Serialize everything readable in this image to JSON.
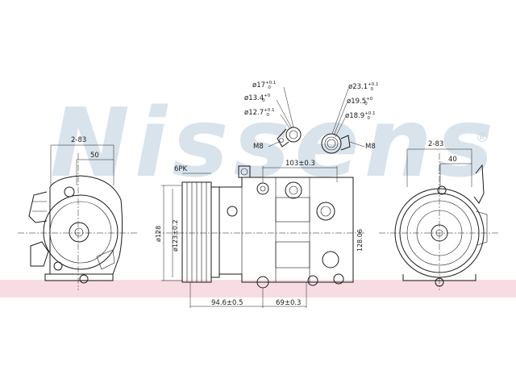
{
  "watermark": {
    "text": "Nissens",
    "registered": "®"
  },
  "band_color": "#f7dde3",
  "watermark_color": "#d9e3ec",
  "line_color": "#1a1a1a",
  "labels": {
    "left_width": "2-83",
    "left_50": "50",
    "right_width": "2-83",
    "right_40": "40",
    "belt": "6PK",
    "dia_outer": "ø128",
    "dia_pulley": "ø123±0.2",
    "top_span": "103±0.3",
    "height": "128.06",
    "bottom_left": "94.6±0.5",
    "bottom_right": "69±0.3",
    "thread_left": "M8",
    "thread_right": "M8"
  },
  "port_left": [
    {
      "base": "ø17",
      "tol_hi": "+0.1",
      "tol_lo": "0"
    },
    {
      "base": "ø13.4",
      "tol_hi": "+0",
      "tol_lo": "0"
    },
    {
      "base": "ø12.7",
      "tol_hi": "+0.1",
      "tol_lo": "0"
    }
  ],
  "port_right": [
    {
      "base": "ø23.1",
      "tol_hi": "+0.1",
      "tol_lo": "0"
    },
    {
      "base": "ø19.5",
      "tol_hi": "+0",
      "tol_lo": "0"
    },
    {
      "base": "ø18.9",
      "tol_hi": "+0.1",
      "tol_lo": "0"
    }
  ]
}
